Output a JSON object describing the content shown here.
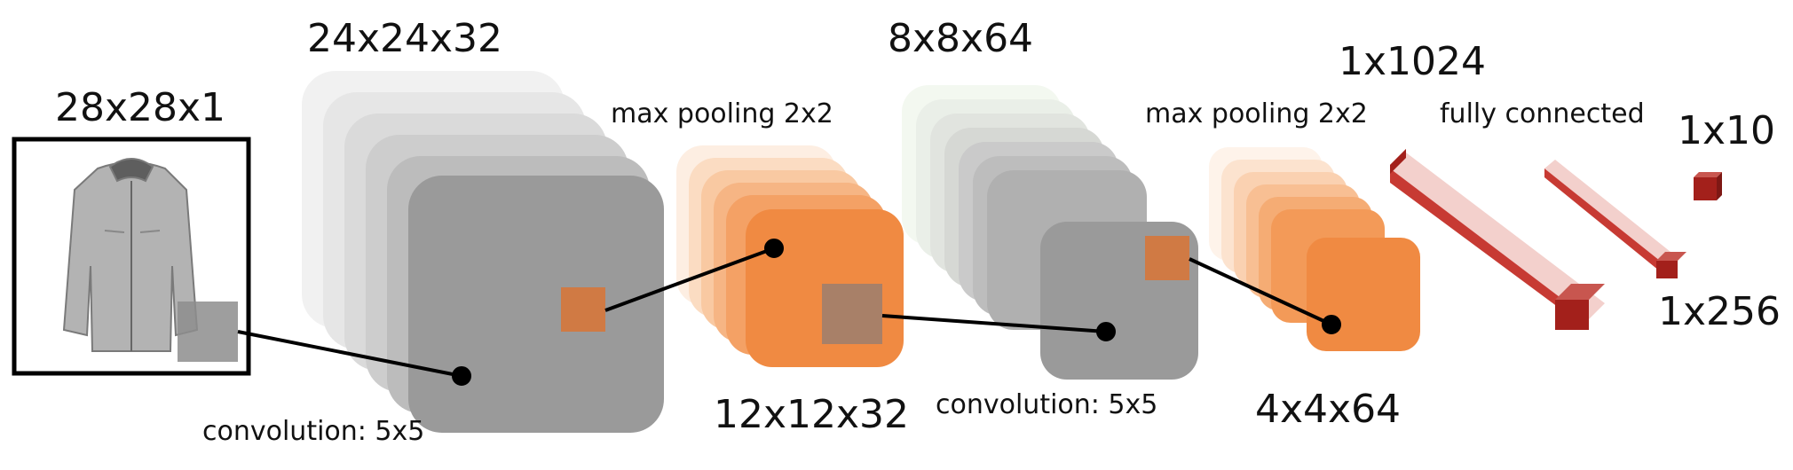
{
  "labels": {
    "input": "28x28x1",
    "conv1": "24x24x32",
    "pool1_op": "max pooling 2x2",
    "pool1": "12x12x32",
    "conv1_op": "convolution: 5x5",
    "conv2": "8x8x64",
    "conv2_op": "convolution: 5x5",
    "pool2_op": "max pooling 2x2",
    "pool2": "4x4x64",
    "fc1": "1x1024",
    "fc_op": "fully connected",
    "fc2": "1x256",
    "out": "1x10"
  },
  "colors": {
    "gray": "#9a9a9a",
    "orange": "#f08a42",
    "orange_patch": "#d07a44",
    "brown_patch": "#a88068",
    "dense": "#a3201b",
    "line": "#000000"
  },
  "icons": {
    "input_image": "jacket-icon"
  }
}
